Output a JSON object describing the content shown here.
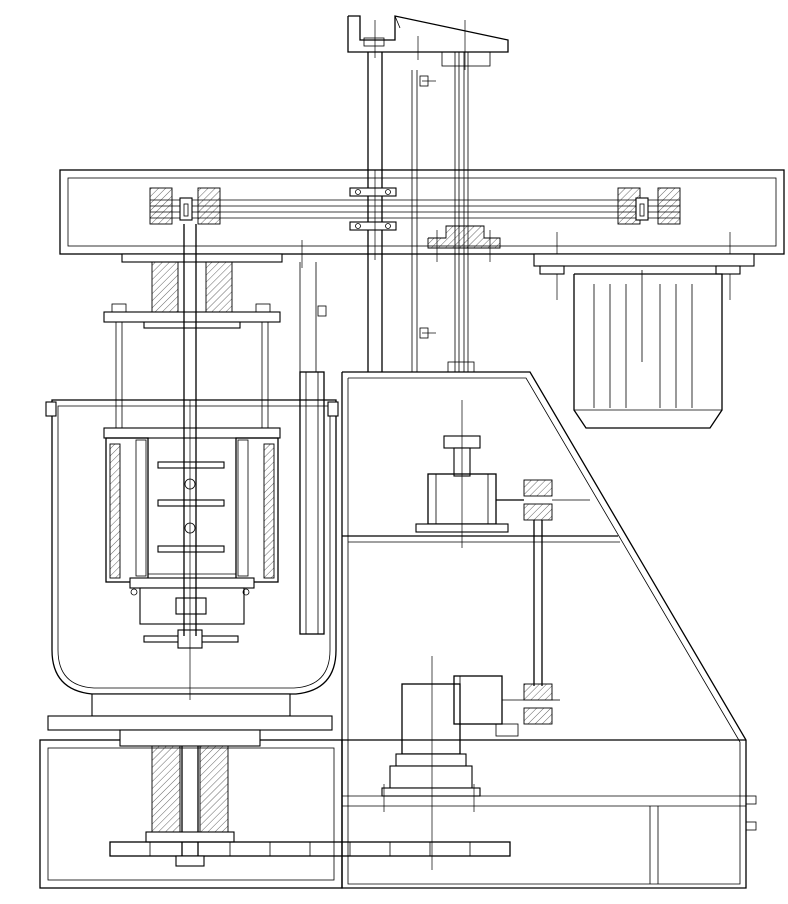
{
  "drawing": {
    "type": "mechanical-assembly-section",
    "style": "black line drawing on white background",
    "colors": {
      "line": "#000000",
      "background": "#ffffff"
    }
  },
  "components": [
    {
      "id": "top-bracket"
    },
    {
      "id": "upper-gantry-beam"
    },
    {
      "id": "gantry-motor"
    },
    {
      "id": "mixing-vessel"
    },
    {
      "id": "agitator-shaft"
    },
    {
      "id": "filter-basket"
    },
    {
      "id": "lift-column"
    },
    {
      "id": "main-cabinet"
    },
    {
      "id": "upper-bearing-unit"
    },
    {
      "id": "drive-motor"
    },
    {
      "id": "base-frame"
    },
    {
      "id": "bottom-turntable"
    }
  ]
}
